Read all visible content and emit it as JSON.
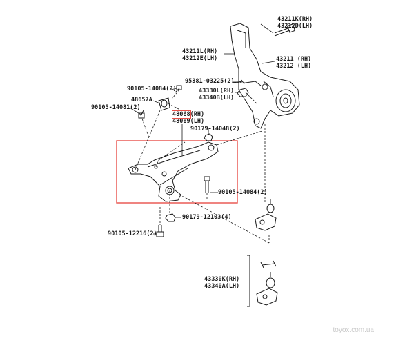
{
  "labels": {
    "p43211k": "43211K(RH)",
    "p43212d": "43212D(LH)",
    "p43211l": "43211L(RH)",
    "p43212e": "43212E(LH)",
    "p43211": "43211 (RH)",
    "p43212": "43212 (LH)",
    "p95381": "95381-03225(2)",
    "p90105_14084_top": "90105-14084(2)",
    "p43330l": "43330L(RH)",
    "p43340b": "43340B(LH)",
    "p48657a": "48657A",
    "p90105_14081": "90105-14081(2)",
    "p48068": "48068(RH)",
    "p48068_num": "48068",
    "p48068_side": "(RH)",
    "p48069": "48069(LH)",
    "p90179_14048": "90179-14048(2)",
    "p90105_14084_mid": "90105-14084(2)",
    "p90179_12103": "90179-12103(4)",
    "p90105_12216": "90105-12216(2)",
    "p43330k": "43330K(RH)",
    "p43340a": "43340A(LH)"
  },
  "watermark": "toyox.com.ua",
  "colors": {
    "line": "#1a1a1a",
    "highlight": "#e8504a",
    "watermark": "#c8c8c8"
  }
}
